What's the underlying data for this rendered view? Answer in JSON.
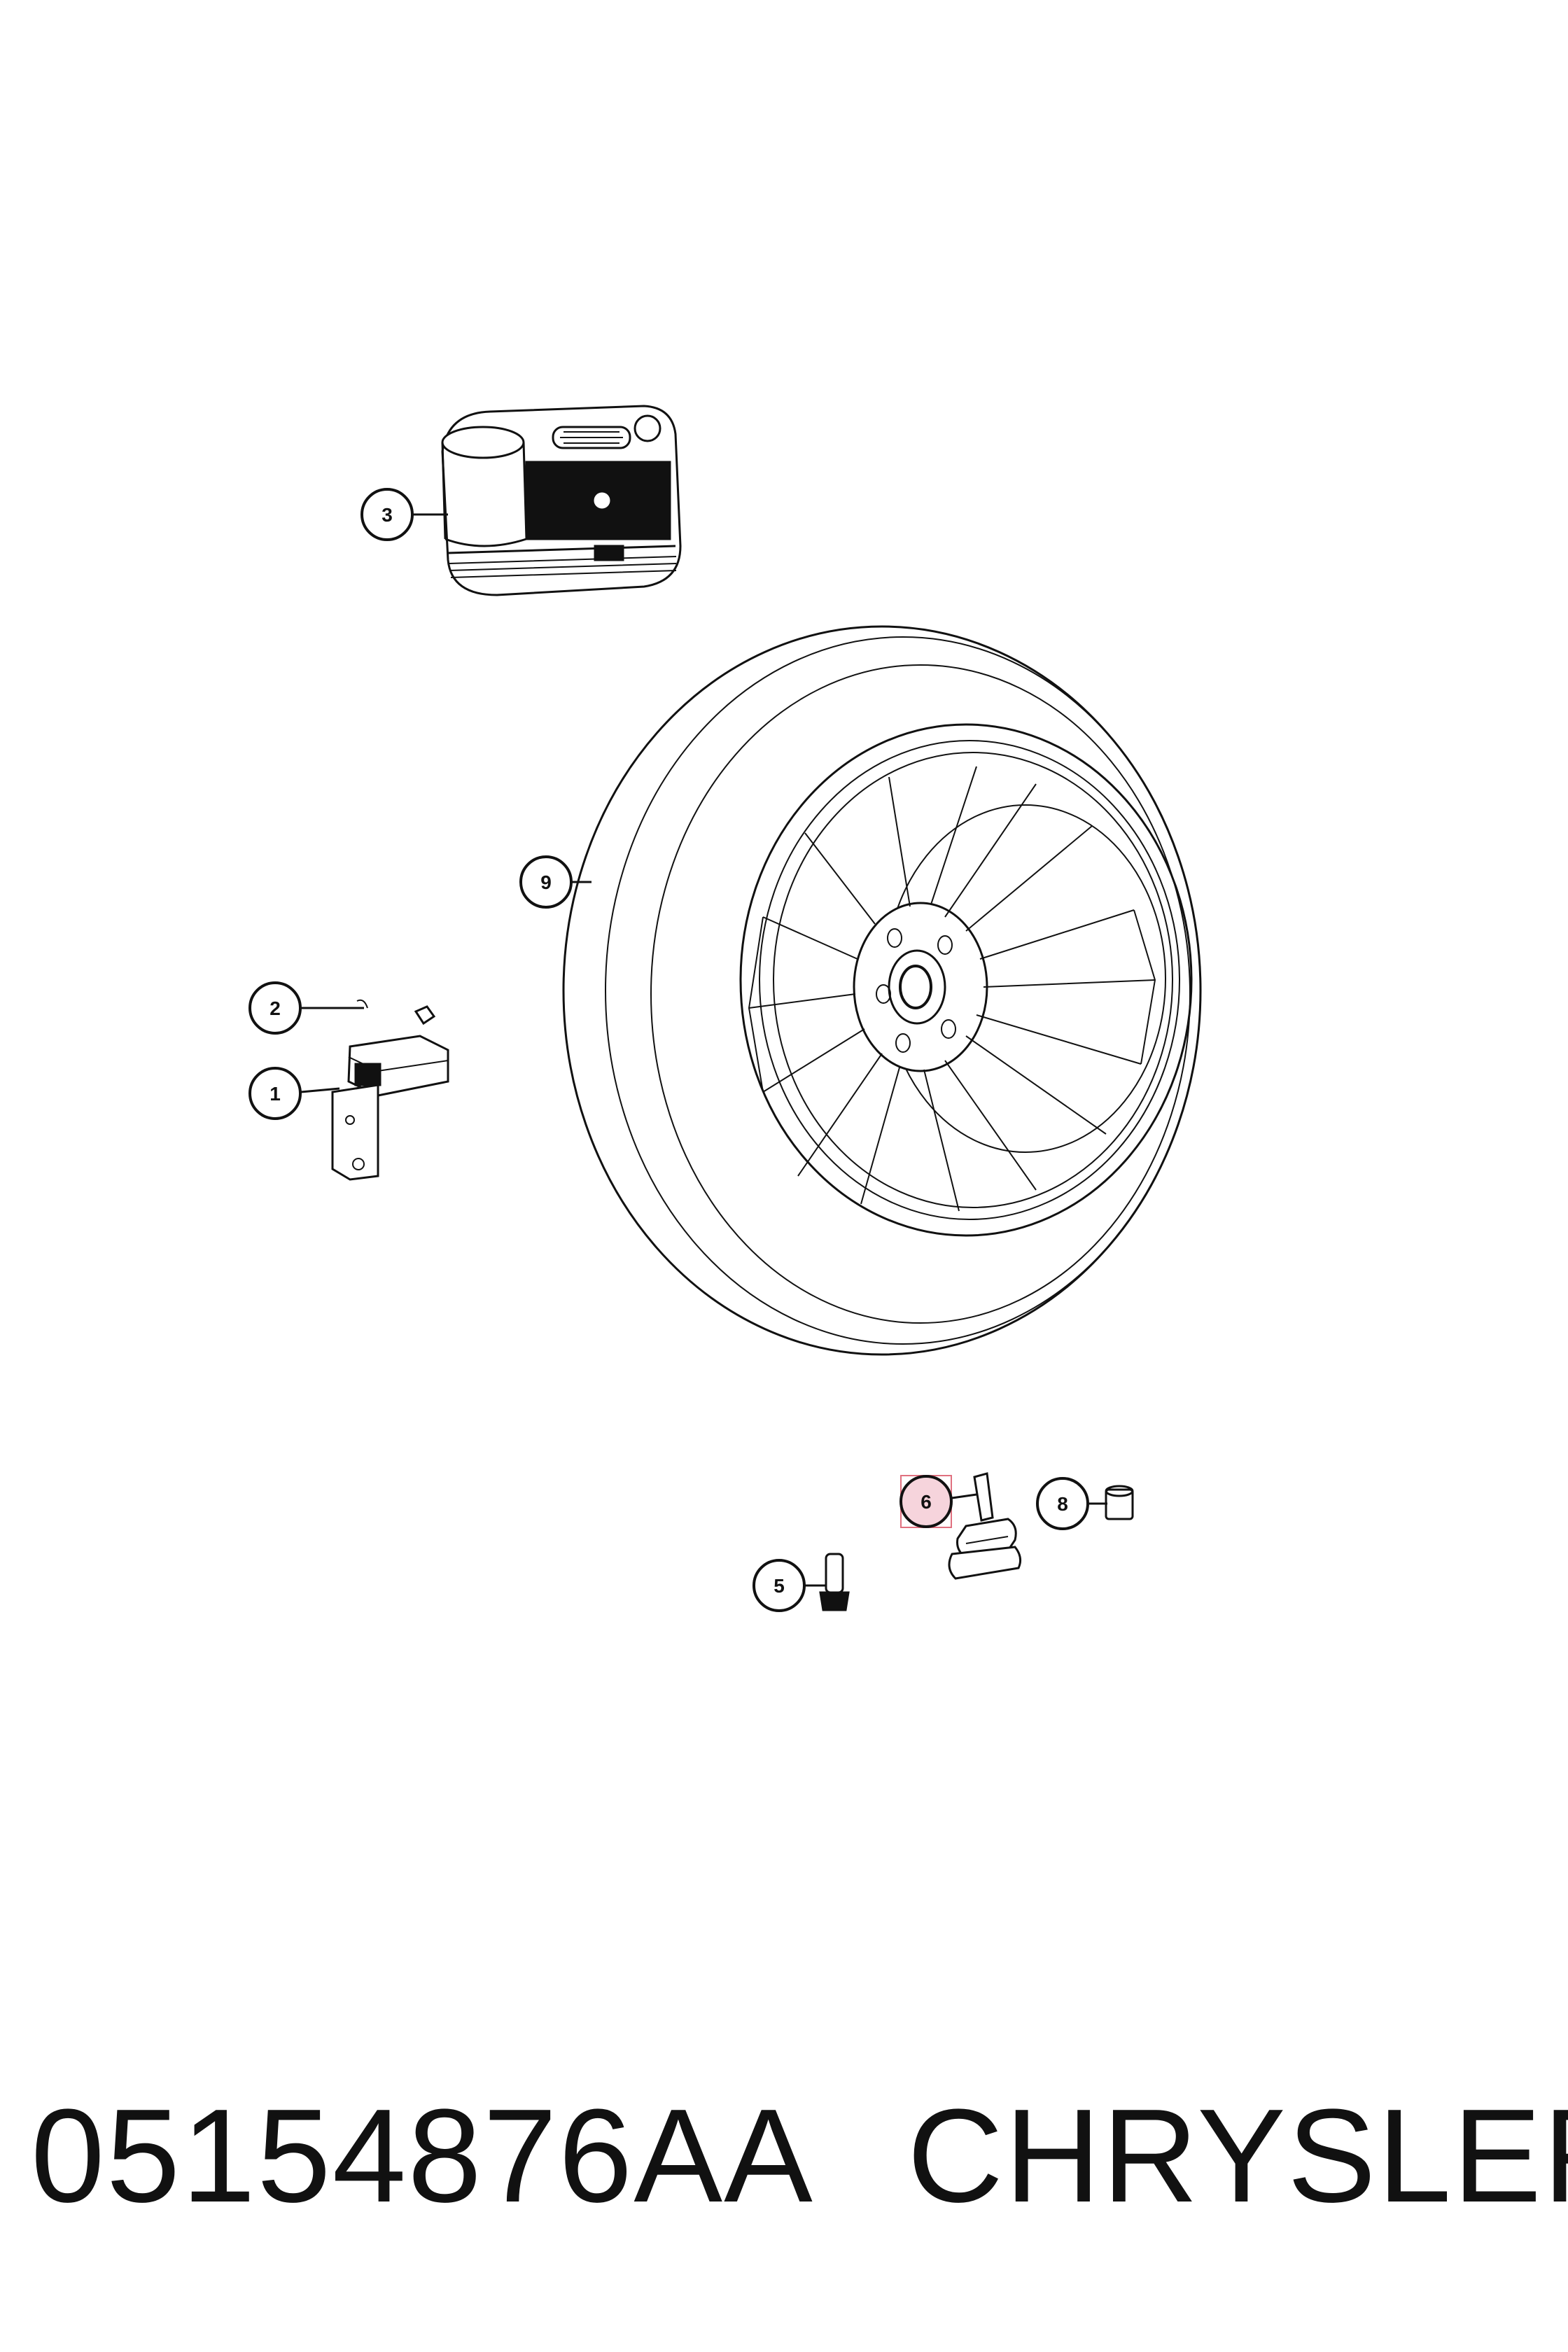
{
  "callouts": [
    {
      "id": "1",
      "label": "1"
    },
    {
      "id": "2",
      "label": "2"
    },
    {
      "id": "3",
      "label": "3"
    },
    {
      "id": "5",
      "label": "5"
    },
    {
      "id": "6",
      "label": "6",
      "highlighted": true
    },
    {
      "id": "8",
      "label": "8"
    },
    {
      "id": "9",
      "label": "9"
    }
  ],
  "footer": {
    "part_number": "05154876AA",
    "brand": "CHRYSLER"
  },
  "colors": {
    "line": "#111111",
    "highlight_fill": "#f6d4dc",
    "highlight_border": "#e0707f"
  }
}
